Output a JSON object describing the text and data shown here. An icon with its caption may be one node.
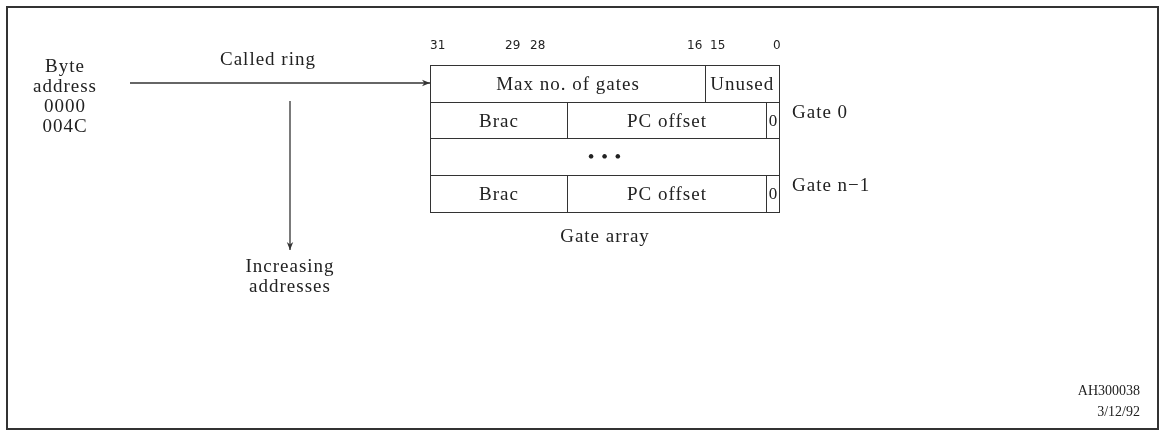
{
  "diagram": {
    "nodes": [
      {
        "text": [
          "Byte address 0000 004C"
        ]
      },
      {
        "text": [
          "Gate array"
        ]
      },
      {
        "text": [
          "Max no. of gates"
        ],
        "in": 1
      },
      {
        "text": [
          "Unused"
        ],
        "in": 1
      },
      {
        "text": [
          "Brac"
        ],
        "in": 1
      },
      {
        "text": [
          "PC offset"
        ],
        "in": 1
      },
      {
        "text": [
          "0"
        ],
        "in": 1,
        "beside": [
          "Gate 0"
        ]
      },
      {
        "text": [
          "• • •"
        ],
        "in": 1
      },
      {
        "text": [
          "Brac"
        ],
        "in": 1
      },
      {
        "text": [
          "PC offset"
        ],
        "in": 1
      },
      {
        "text": [
          "0"
        ],
        "in": 1,
        "beside": [
          "Gate n−1"
        ]
      }
    ],
    "edges": [
      {
        "from": 0,
        "to": 2,
        "arrow": "to",
        "label": "Called ring"
      }
    ],
    "labels": [
      "31",
      "29",
      "28",
      "16",
      "15",
      "0",
      "Increasing addresses",
      "AH300038",
      "3/12/92"
    ]
  }
}
